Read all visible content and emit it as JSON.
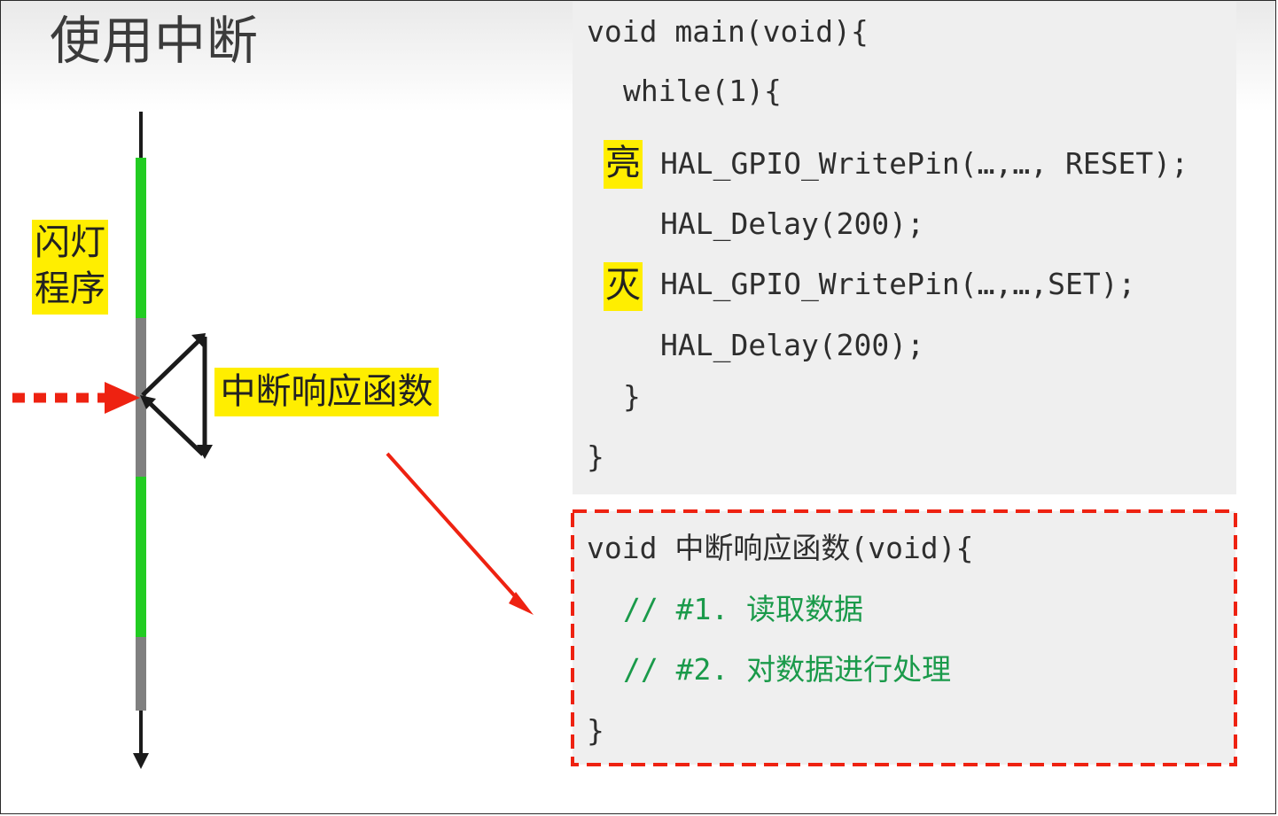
{
  "slide": {
    "title": "使用中断"
  },
  "diagram": {
    "blink_label_line1": "闪灯",
    "blink_label_line2": "程序",
    "isr_label": "中断响应函数"
  },
  "main_code": {
    "line1": "void main(void){",
    "line2": "while(1){",
    "on_tag": "亮",
    "line3": "HAL_GPIO_WritePin(…,…, RESET);",
    "line4": "HAL_Delay(200);",
    "off_tag": "灭",
    "line5": "HAL_GPIO_WritePin(…,…,SET);",
    "line6": "HAL_Delay(200);",
    "line7": "}",
    "line8": "}"
  },
  "isr_code": {
    "line1": "void 中断响应函数(void){",
    "comment1": "// #1. 读取数据",
    "comment2": "// #2. 对数据进行处理",
    "line_end": "}"
  },
  "colors": {
    "highlight": "#ffee00",
    "green_segment": "#22cc22",
    "gray_segment": "#808080",
    "red_arrow": "#ee2211",
    "comment_green": "#1a9a4a"
  }
}
